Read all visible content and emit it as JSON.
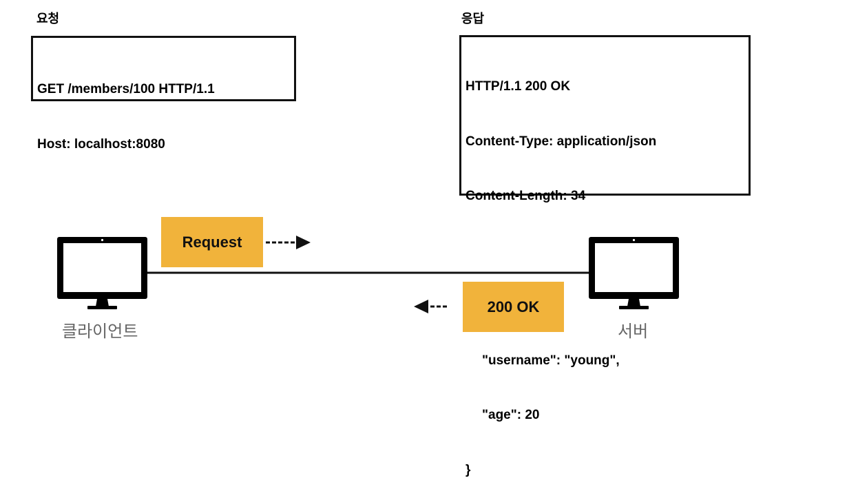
{
  "request": {
    "heading": "요청",
    "lines": [
      "GET /members/100 HTTP/1.1",
      "Host: localhost:8080"
    ]
  },
  "response": {
    "heading": "응답",
    "lines": [
      "HTTP/1.1 200 OK",
      "Content-Type: application/json",
      "Content-Length: 34",
      "",
      "{",
      "\"username\": \"young\",",
      "\"age\": 20",
      "}"
    ]
  },
  "tags": {
    "request": "Request",
    "response": "200 OK"
  },
  "labels": {
    "client": "클라이언트",
    "server": "서버"
  },
  "colors": {
    "tag_fill": "#f1b33b",
    "caption_text": "#666666",
    "outline": "#111111"
  },
  "icons": {
    "client": "monitor-icon",
    "server": "monitor-icon",
    "request_direction": "arrow-right-icon",
    "response_direction": "arrow-left-icon"
  }
}
